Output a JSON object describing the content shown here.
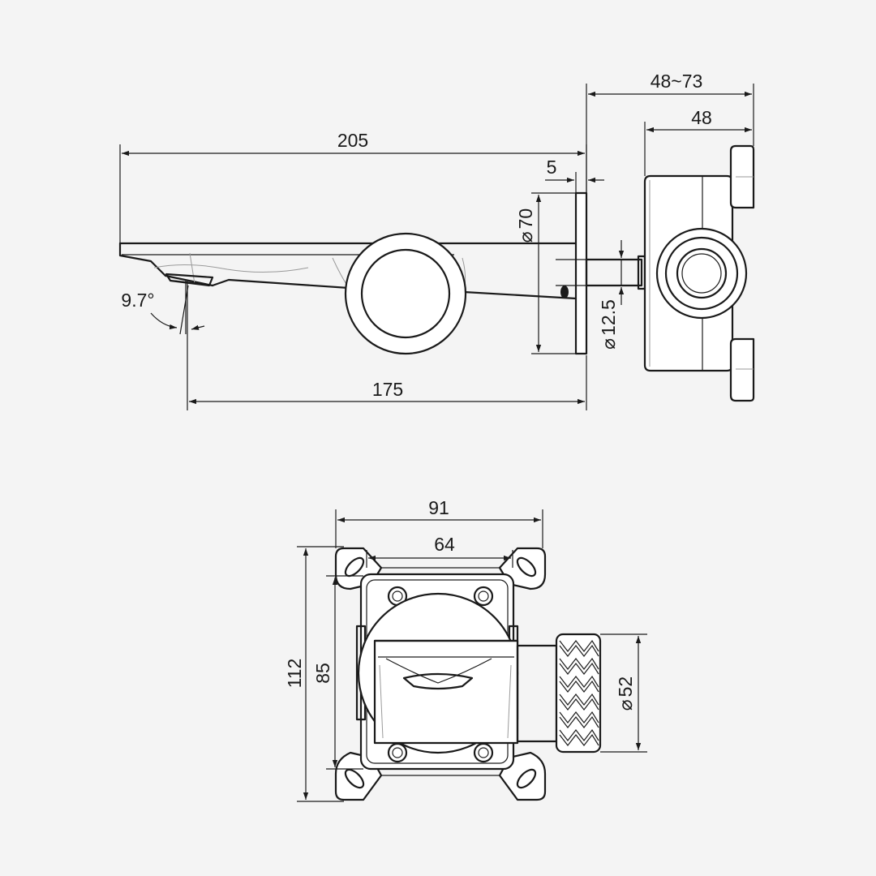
{
  "labels": {
    "d205": "205",
    "d175": "175",
    "d48_73": "48~73",
    "d48": "48",
    "d5": "5",
    "d70": "70",
    "d12_5": "12.5",
    "angle": "9.7°",
    "d91": "91",
    "d64": "64",
    "d112": "112",
    "d85": "85",
    "d52": "52"
  },
  "symbols": {
    "diameter": "⌀"
  },
  "colors": {
    "background": "#f4f4f4",
    "line": "#1a1a1a",
    "faint": "#9a9a9a"
  }
}
